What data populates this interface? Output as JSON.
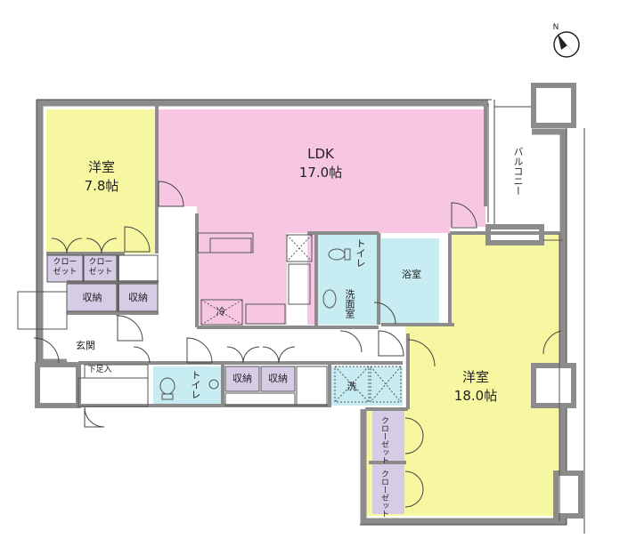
{
  "rooms": {
    "western_room_nw": {
      "name": "洋室",
      "size": "7.8帖"
    },
    "ldk": {
      "name": "LDK",
      "size": "17.0帖"
    },
    "western_room_se": {
      "name": "洋室",
      "size": "18.0帖"
    }
  },
  "labels": {
    "closet_1": "クロー\nゼット",
    "closet_2": "クロー\nゼット",
    "storage_1": "収納",
    "storage_2": "収納",
    "storage_3": "収納",
    "storage_4": "収納",
    "entrance": "玄関",
    "shoe_box": "下足入",
    "toilet_upper": "トイレ",
    "toilet_lower": "トイレ",
    "bathroom": "浴室",
    "washroom": "洗面室",
    "washer": "洗",
    "fridge": "冷",
    "balcony": "バルコニー",
    "closet_3": "クローゼット",
    "closet_4": "クローゼット"
  },
  "compass": {
    "letter": "N"
  },
  "colors": {
    "wall": "#8c8c8c",
    "western_room": "#f6f7a0",
    "ldk": "#f7c6e2",
    "wet_area": "#c7ecf2",
    "storage": "#d7cce6",
    "line": "#444444"
  }
}
